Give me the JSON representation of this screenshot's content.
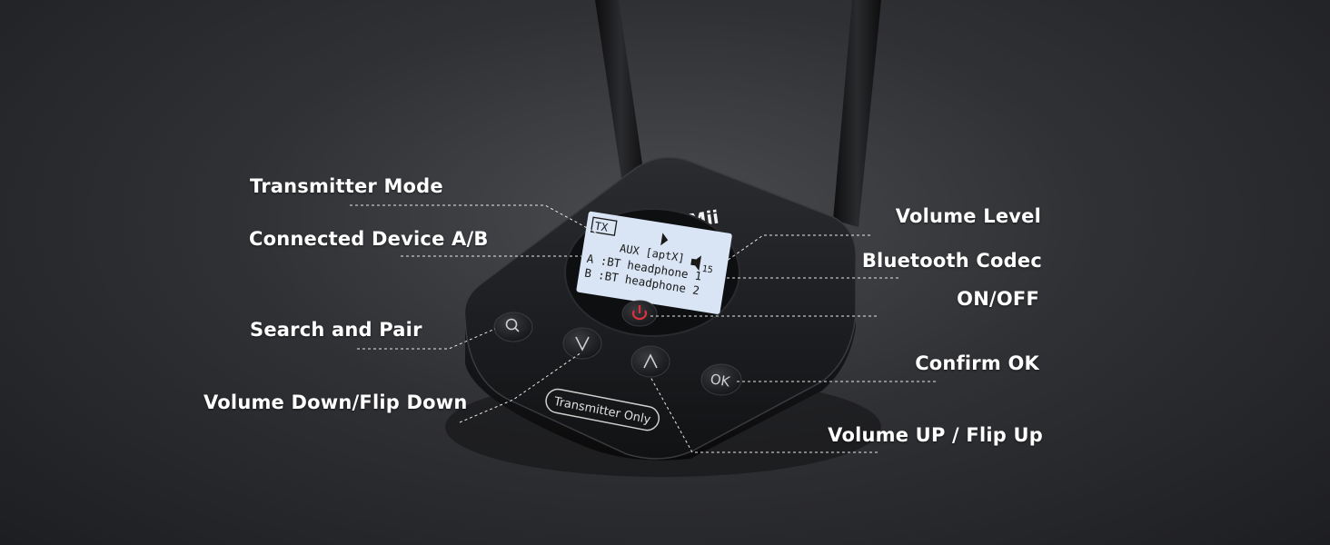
{
  "device": {
    "brand_logo": "1Mii",
    "badge_text": "Transmitter Only",
    "screen": {
      "mode_tag": "TX",
      "source_line": "AUX [aptX]",
      "volume_value": "15",
      "device_a": "A :BT headphone 1",
      "device_b": "B :BT headphone 2"
    },
    "buttons": {
      "search": "search-icon",
      "down": "chevron-down-icon",
      "up": "chevron-up-icon",
      "ok": "OK",
      "power": "power-icon"
    }
  },
  "labels": {
    "transmitter_mode": "Transmitter Mode",
    "connected_device": "Connected Device A/B",
    "search_pair": "Search and Pair",
    "volume_down": "Volume Down/Flip Down",
    "volume_level": "Volume Level",
    "bluetooth_codec": "Bluetooth Codec",
    "on_off": "ON/OFF",
    "confirm_ok": "Confirm OK",
    "volume_up": "Volume UP / Flip Up"
  },
  "colors": {
    "background": "#2e2f33",
    "device_body": "#1b1c1f",
    "lcd": "#d9e4f4",
    "power_accent": "#e0313a",
    "label_text": "#ffffff"
  }
}
